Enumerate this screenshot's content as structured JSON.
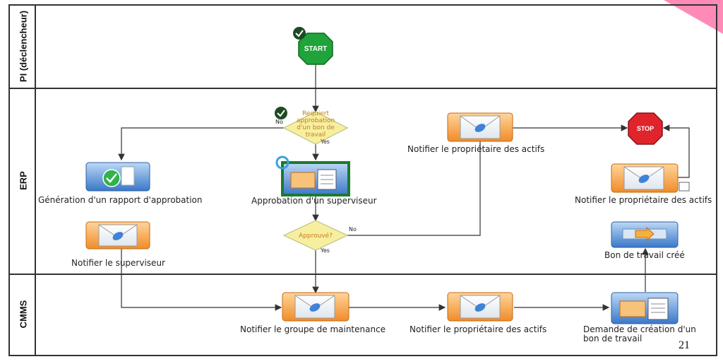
{
  "lanes": [
    {
      "label": "PI (déclencheur)"
    },
    {
      "label": "ERP"
    },
    {
      "label": "CMMS"
    }
  ],
  "start": {
    "label": "START"
  },
  "stop": {
    "label": "STOP"
  },
  "decision1": {
    "label": "Requiert approbation d'un bon de travail",
    "no": "No",
    "yes": "Yes"
  },
  "decision2": {
    "label": "Approuvé?",
    "no": "No",
    "yes": "Yes"
  },
  "nodes": {
    "generation_rapport": "Génération d'un rapport d'approbation",
    "notifier_superviseur": "Notifier le superviseur",
    "approbation_superviseur": "Approbation d'un superviseur",
    "notifier_proprietaire_erp": "Notifier le propriétaire des actifs",
    "notifier_proprietaire_droite": "Notifier le propriétaire des actifs",
    "bon_travail_cree": "Bon de travail créé",
    "notifier_groupe_maintenance": "Notifier le groupe de maintenance",
    "notifier_proprietaire_cmms": "Notifier le propriétaire des actifs",
    "demande_creation": "Demande de création d'un bon de travail"
  },
  "page_number": "21",
  "colors": {
    "accent_pink": "#ff7fb0",
    "task_orange": "#f7a24a",
    "task_blue": "#4f8fd9",
    "start_green": "#1fa33a",
    "stop_red": "#e0242b",
    "decision_yellow": "#f7efa0"
  }
}
